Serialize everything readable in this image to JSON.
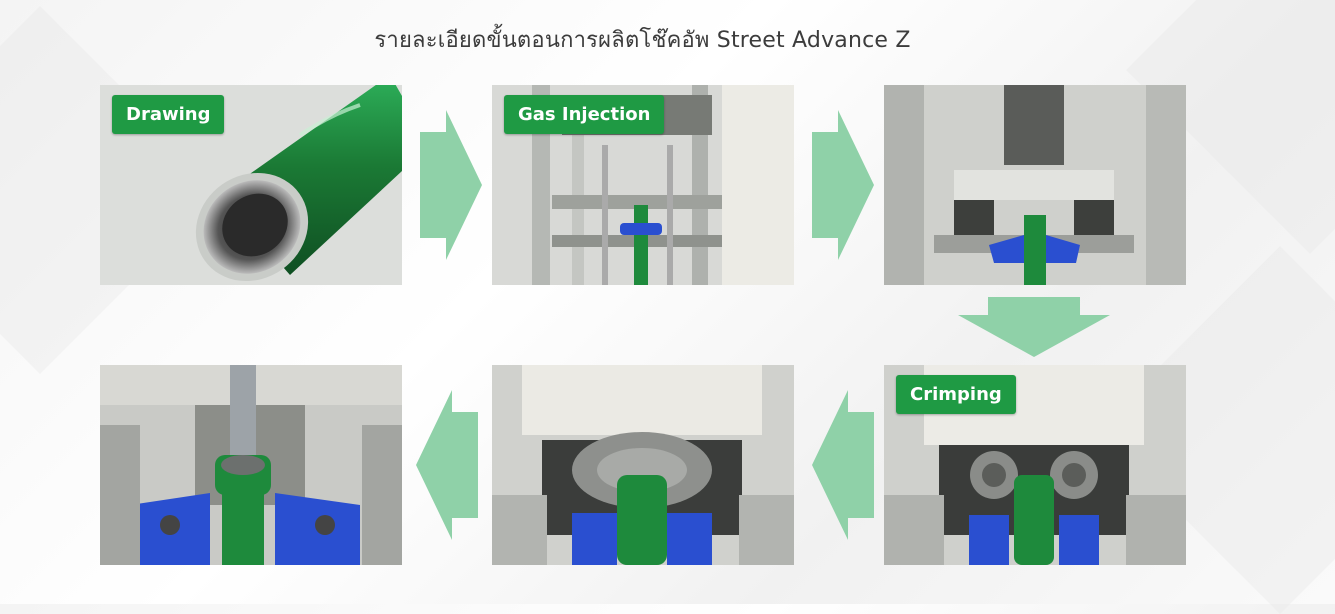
{
  "title": "รายละเอียดขั้นตอนการผลิตโช๊คอัพ Street Advance Z",
  "steps": [
    {
      "label": "Drawing"
    },
    {
      "label": "Gas Injection"
    },
    {
      "label": "Crimping"
    }
  ],
  "colors": {
    "label_bg": "#1f9a44",
    "arrow": "#8fd1a8",
    "tube_green": "#1e8a3c",
    "clamp_blue": "#2a4fd0"
  },
  "icons": [
    "arrow-right-icon",
    "arrow-down-icon",
    "arrow-left-icon"
  ]
}
